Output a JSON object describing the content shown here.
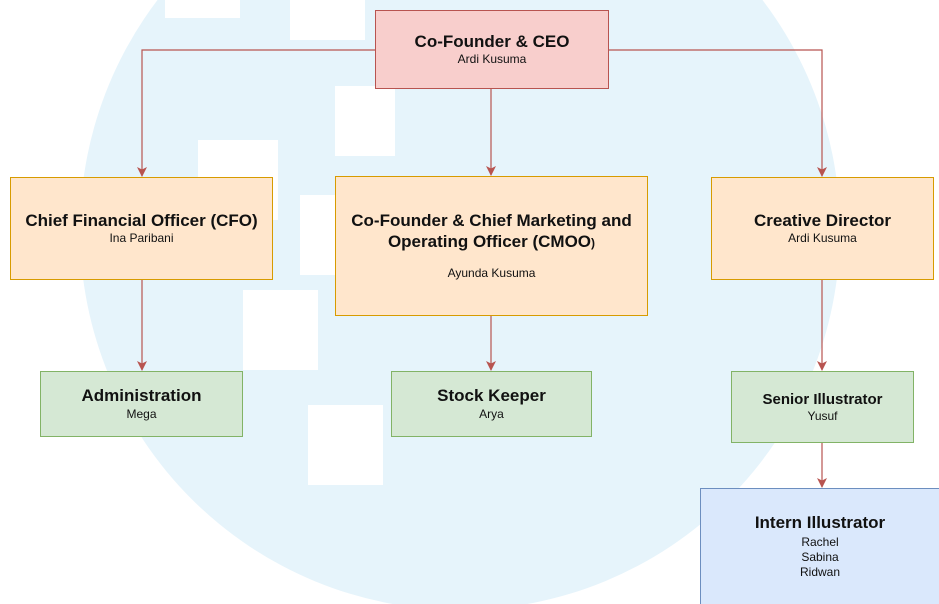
{
  "colors": {
    "ceo_fill": "#f8cecc",
    "ceo_border": "#b85450",
    "exec_fill": "#ffe6cc",
    "exec_border": "#d79b00",
    "staff_fill": "#d5e8d4",
    "staff_border": "#82b366",
    "intern_fill": "#dae8fc",
    "intern_border": "#6c8ebf",
    "connector": "#b85450",
    "watermark": "#e6f4fb"
  },
  "nodes": {
    "ceo": {
      "title": "Co-Founder & CEO",
      "person": "Ardi Kusuma"
    },
    "cfo": {
      "title": "Chief Financial Officer (CFO)",
      "person": "Ina Paribani"
    },
    "cmoo": {
      "title": "Co-Founder & Chief Marketing and Operating Officer (CMOO",
      "title_tail": ")",
      "person": "Ayunda Kusuma"
    },
    "creative": {
      "title": "Creative Director",
      "person": "Ardi Kusuma"
    },
    "admin": {
      "title": "Administration",
      "person": "Mega"
    },
    "stock": {
      "title": "Stock Keeper",
      "person": "Arya"
    },
    "senior": {
      "title": "Senior Illustrator",
      "person": "Yusuf"
    },
    "intern": {
      "title": "Intern Illustrator",
      "persons": [
        "Rachel",
        "Sabina",
        "Ridwan"
      ]
    }
  }
}
